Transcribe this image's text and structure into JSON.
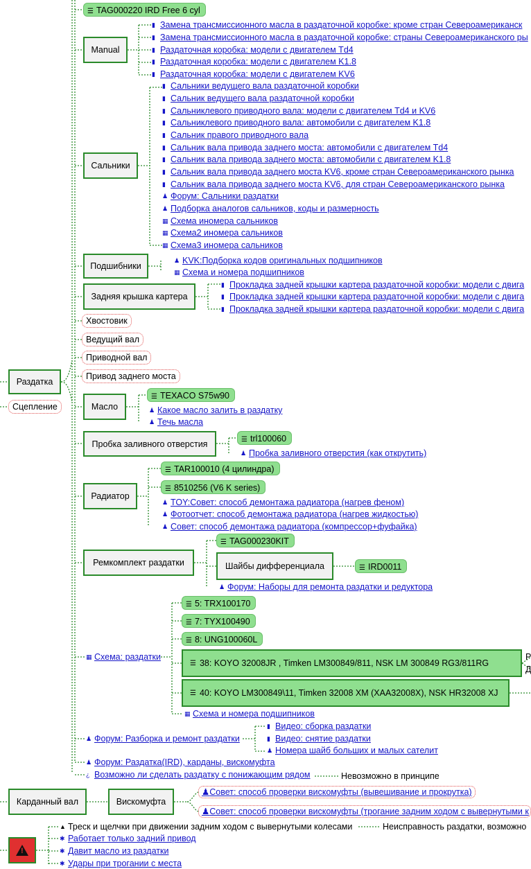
{
  "colors": {
    "link": "#1515c8",
    "wire": "#2a8a2a",
    "pill": "#8fdf8f",
    "red_border": "#e05050"
  },
  "nodes": {
    "razdatka": "Раздатка",
    "sceplenie": "Сцепление",
    "manual": "Manual",
    "salniki": "Сальники",
    "podshipniki": "Подшибники",
    "zadnyaya_kryshka": "Задняя крышка картера",
    "hvostovik": "Хвостовик",
    "vedushchiy_val": "Ведущий вал",
    "privodnoy_val": "Приводной вал",
    "privod_zadnego_mosta": "Привод заднего моста",
    "maslo": "Масло",
    "probka": "Пробка заливного отверстия",
    "radiator": "Радиатор",
    "remkomplekt": "Ремкомплект раздатки",
    "shayby": "Шайбы дифференциала",
    "kardanny_val": "Карданный вал",
    "viskomufta": "Вискомуфта"
  },
  "pills": {
    "tag220": "TAG000220 IRD Free 6 cyl",
    "texaco": "TEXACO S75w90",
    "trl": "trl100060",
    "tar": "TAR100010 (4 цилиндра)",
    "v6k": "8510256 (V6 K series)",
    "tag230": "TAG000230KIT",
    "ird0011": "IRD0011",
    "trx": "5: TRX100170",
    "tyx": "7: TYX100490",
    "ung": "8: UNG100060L"
  },
  "boxes_long": {
    "koyo38": "38: KOYO 32008JR , Timken LM300849/811, NSK LM 300849 RG3/811RG",
    "koyo40": "40: KOYO LM300849\\11, Timken 32008 XM (XAA32008X), NSK HR32008 XJ"
  },
  "links": {
    "manual": [
      "Замена трансмиссионного масла в раздаточной коробке: кроме стран Североамериканск",
      "Замена трансмиссионного масла в раздаточной коробке: страны Североамериканского ры",
      "Раздаточная коробка: модели с двигателем Td4",
      "Раздаточная коробка: модели с двигателем K1.8",
      "Раздаточная коробка: модели с двигателем KV6"
    ],
    "salniki": [
      "Сальники ведущего вала раздаточной коробки",
      "Сальник ведущего вала раздаточной коробки",
      "Сальниклевого приводного вала: модели с двигателем Td4 и KV6",
      "Сальниклевого приводного вала: автомобили с двигателем K1.8",
      "Сальник правого приводного вала",
      "Сальник вала привода заднего моста: автомобили с двигателем Td4",
      "Сальник вала привода заднего моста: автомобили с двигателем K1.8",
      "Сальник вала привода заднего моста KV6, кроме стран Североамериканского рынка",
      "Сальник вала привода заднего моста KV6, для стран Североамериканского рынка",
      "Форум: Сальники раздатки",
      "Подборка аналогов сальников, коды и размерность",
      "Схема иномера сальников",
      "Схема2 иномера сальников",
      "Схема3 иномера сальников"
    ],
    "podshipniki": [
      "KVK:Подборка кодов оригинальных подшипников",
      "Схема и номера подшипников"
    ],
    "kryshka": [
      "Прокладка задней крышки картера раздаточной коробки: модели с двига",
      "Прокладка задней крышки картера раздаточной коробки: модели с двига",
      "Прокладка задней крышки картера раздаточной коробки: модели с двига"
    ],
    "maslo": [
      "Какое масло залить в раздатку",
      "Течь масла"
    ],
    "probka": "Пробка заливного отверстия (как открутить)",
    "radiator": [
      "TOY:Совет: способ демонтажа радиатора (нагрев феном)",
      "Фотоотчет: способ демонтажа радиатора (нагрев жидкостью)",
      "Совет: способ демонтажа радиатора (компрессор+фуфайка)"
    ],
    "remkomplekt_forum": "Форум: Наборы для ремонта раздатки и редуктора",
    "shema_razdatki": "Схема: раздатки",
    "shema_podshipnikov": "Схема и номера подшипников",
    "forum_razborka": "Форум: Разборка и ремонт раздатки",
    "video": [
      "Видео: сборка раздатки",
      "Видео: снятие раздатки",
      "Номера шайб больших и малых сателит"
    ],
    "forum_ird": "Форум: Раздатка(IRD), карданы, вискомуфта",
    "ponizhayushchiy": "Возможно ли сделать раздатку с понижающим рядом",
    "visko": [
      "Совет: способ проверки вискомуфты (вывешивание и прокрутка)",
      "Совет: способ проверки вискомуфты (трогание задним ходом с вывернутыми к"
    ],
    "symptoms": [
      "Работает только задний привод",
      "Давит масло из раздатки",
      "Удары при трогании с места"
    ]
  },
  "texts": {
    "nevozmozhno": "Невозможно в принципе",
    "tresk": "Треск и щелчки при движении задним ходом с вывернутыми колесами",
    "neispravnost": "Неисправность раздатки, возможно",
    "cut_p": "Р",
    "cut_d": "Д"
  },
  "icons": {
    "manual_links": "book-icon",
    "salniki_links": "book-icon",
    "forum": "users-icon",
    "user": "user-icon",
    "schema": "image-icon",
    "pill": "list-icon",
    "video": "video-icon",
    "warning": "warning-icon"
  }
}
